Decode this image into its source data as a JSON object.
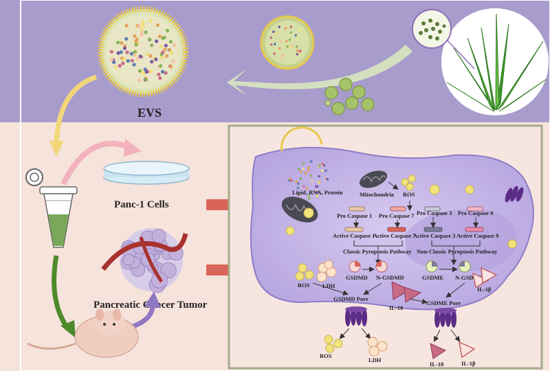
{
  "labels": {
    "evs": "EVS",
    "panc1_cells": "Panc-1 Cells",
    "tumor": "Pancreatic Cancer Tumor",
    "lipid": "Lipid, RNA, Protein",
    "mitochondria": "Mitochondria",
    "ros_top": "ROS",
    "pro_caspase1": "Pro Caspase 1",
    "pro_caspase7": "Pro Caspase 7",
    "pro_caspase3": "Pro Caspase 3",
    "pro_caspase9": "Pro Caspase 9",
    "active_caspase1": "Active Caspase 1",
    "active_caspase7": "Active Caspase 7",
    "active_caspase3": "Active Caspase 3",
    "active_caspase9": "Active Caspase 9",
    "classic_pathway": "Classic Pyroptosis Pathway",
    "nonclassic_pathway": "Non-Classic Pyroptosis Pathway",
    "gsdmd": "GSDMD",
    "n_gsdmd": "N-GSDMD",
    "gsdme": "GSDME",
    "n_gsdme": "N-GSDME",
    "ros_mid": "ROS",
    "ldh_mid": "LDH",
    "il1b_mid": "IL-1β",
    "il18_mid": "IL-18",
    "gsdmd_pore": "GSDMD Pore",
    "gsdme_pore": "GSDME Pore",
    "ros_bottom": "ROS",
    "ldh_bottom": "LDH",
    "il18_bottom": "IL-18",
    "il1b_bottom": "IL-1β"
  },
  "colors": {
    "top_band": "#a89ccc",
    "bottom_band": "#f6e3dc",
    "cell_body": "#c8b9e6",
    "cell_border": "#8d7cc6",
    "panel_border": "#a4ab8a",
    "pore": "#5b2d86",
    "arrow_big": "#d9645a",
    "ev_membrane": "#e7c84c",
    "leaf": "#3f9a2c",
    "vesicle_green": "#a6c36a"
  }
}
